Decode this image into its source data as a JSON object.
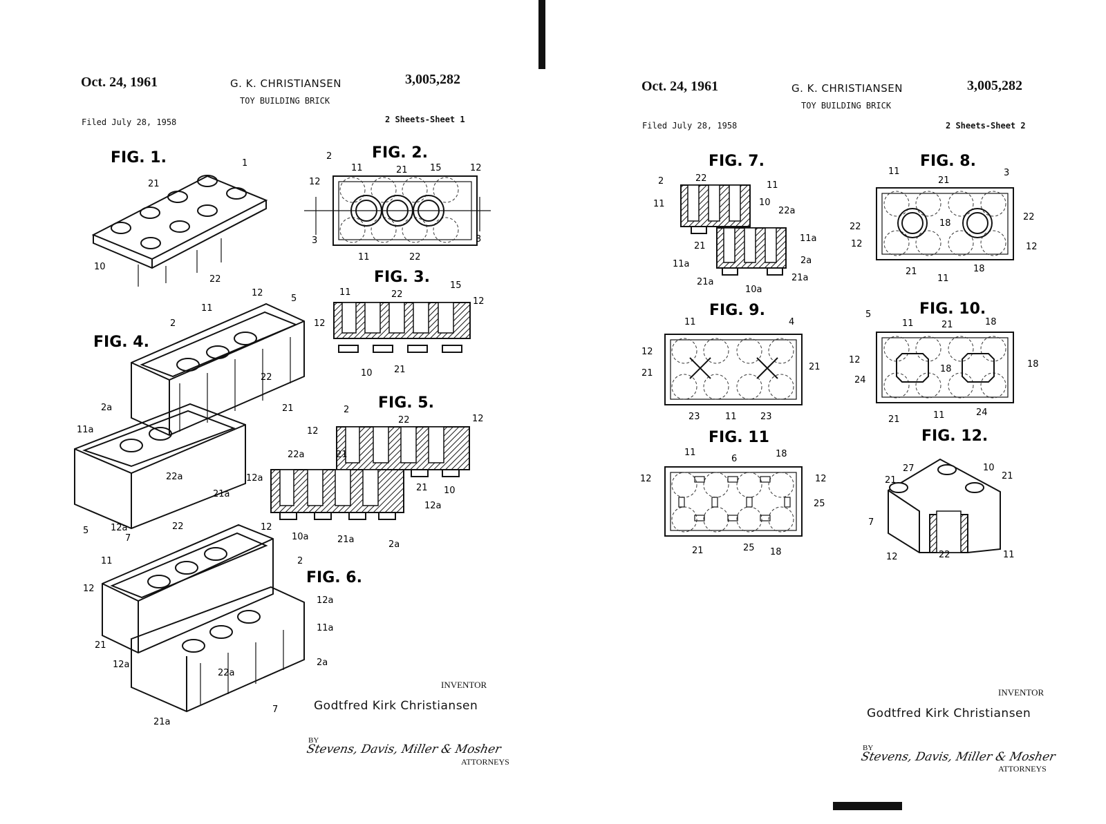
{
  "sheets": [
    {
      "date": "Oct. 24, 1961",
      "inventor_header": "G. K. CHRISTIANSEN",
      "patent_number": "3,005,282",
      "title": "TOY BUILDING BRICK",
      "filed": "Filed July 28, 1958",
      "sheet": "2 Sheets-Sheet 1",
      "inventor_label": "INVENTOR",
      "inventor_name": "Godtfred Kirk Christiansen",
      "by": "BY",
      "attorneys_signature": "Stevens, Davis, Miller & Mosher",
      "attorneys_label": "ATTORNEYS"
    },
    {
      "date": "Oct. 24, 1961",
      "inventor_header": "G. K. CHRISTIANSEN",
      "patent_number": "3,005,282",
      "title": "TOY BUILDING BRICK",
      "filed": "Filed July 28, 1958",
      "sheet": "2 Sheets-Sheet 2",
      "inventor_label": "INVENTOR",
      "inventor_name": "Godtfred Kirk Christiansen",
      "by": "BY",
      "attorneys_signature": "Stevens, Davis, Miller & Mosher",
      "attorneys_label": "ATTORNEYS"
    }
  ],
  "figures": {
    "fig1": {
      "label": "FIG. 1.",
      "refs": [
        "1",
        "21",
        "10",
        "22"
      ]
    },
    "fig2": {
      "label": "FIG. 2.",
      "refs": [
        "2",
        "11",
        "21",
        "15",
        "12",
        "12",
        "3",
        "3",
        "11",
        "22"
      ]
    },
    "fig3": {
      "label": "FIG. 3.",
      "refs": [
        "11",
        "22",
        "15",
        "12",
        "12",
        "10",
        "21"
      ]
    },
    "fig4": {
      "label": "FIG. 4.",
      "refs": [
        "12",
        "5",
        "11",
        "2",
        "22",
        "21",
        "2a",
        "11a",
        "22a",
        "21a",
        "5",
        "12a"
      ]
    },
    "fig5": {
      "label": "FIG. 5.",
      "refs": [
        "2",
        "22",
        "12",
        "12",
        "21",
        "22a",
        "12a",
        "21",
        "10",
        "12a",
        "10a",
        "21a",
        "2a"
      ]
    },
    "fig6": {
      "label": "FIG. 6.",
      "refs": [
        "7",
        "22",
        "12",
        "11",
        "2",
        "12",
        "12a",
        "11a",
        "21",
        "12a",
        "2a",
        "22a",
        "7",
        "21a"
      ]
    },
    "fig7": {
      "label": "FIG. 7.",
      "refs": [
        "2",
        "22",
        "11",
        "11",
        "10",
        "22a",
        "11a",
        "21",
        "11a",
        "2a",
        "21a",
        "10a",
        "21a"
      ]
    },
    "fig8": {
      "label": "FIG. 8.",
      "refs": [
        "11",
        "21",
        "3",
        "22",
        "22",
        "18",
        "12",
        "12",
        "21",
        "11",
        "18"
      ]
    },
    "fig9": {
      "label": "FIG. 9.",
      "refs": [
        "11",
        "4",
        "12",
        "21",
        "21",
        "23",
        "11",
        "23"
      ]
    },
    "fig10": {
      "label": "FIG. 10.",
      "refs": [
        "5",
        "11",
        "21",
        "18",
        "12",
        "18",
        "18",
        "24",
        "21",
        "11",
        "24"
      ]
    },
    "fig11": {
      "label": "FIG. 11",
      "refs": [
        "11",
        "6",
        "18",
        "12",
        "12",
        "25",
        "21",
        "25",
        "18"
      ]
    },
    "fig12": {
      "label": "FIG. 12.",
      "refs": [
        "27",
        "10",
        "21",
        "21",
        "7",
        "12",
        "22",
        "11"
      ]
    }
  }
}
